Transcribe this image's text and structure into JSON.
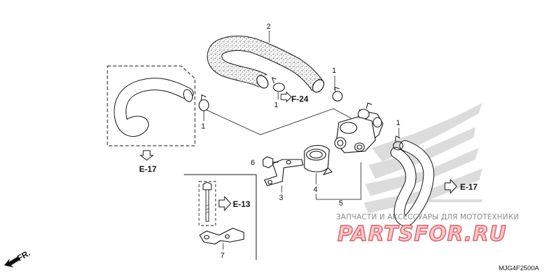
{
  "callouts": {
    "hose_upper": "2",
    "clamp_upper_left": "1",
    "clamp_upper_right": "1",
    "clamp_left": "1",
    "clamp_right": "1",
    "valve_assembly": "5",
    "bracket": "3",
    "band": "4",
    "bolt": "6",
    "stay": "7"
  },
  "references": {
    "f24": "F-24",
    "e17_left": "E-17",
    "e17_right": "E-17",
    "e13": "E-13"
  },
  "front_label": "FR.",
  "diagram_code": "MJG4F2500A",
  "watermark": {
    "caption": "ЗАПЧАСТИ И АКСЕССУАРЫ ДЛЯ МОТОТЕХНИКИ",
    "site": "PARTSFOR.RU"
  },
  "colors": {
    "line": "#111111",
    "hose_speckle": "#333333",
    "watermark_red": "#e15a62",
    "logo_gray": "#d2d2d2"
  }
}
